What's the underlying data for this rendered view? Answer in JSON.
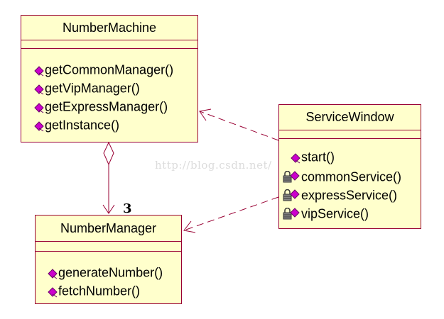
{
  "diagram": {
    "classes": {
      "number_machine": {
        "name": "NumberMachine",
        "operations": [
          {
            "label": "getCommonManager()",
            "visibility": "public"
          },
          {
            "label": "getVipManager()",
            "visibility": "public"
          },
          {
            "label": "getExpressManager()",
            "visibility": "public"
          },
          {
            "label": "getInstance()",
            "visibility": "public"
          }
        ]
      },
      "number_manager": {
        "name": "NumberManager",
        "operations": [
          {
            "label": "generateNumber()",
            "visibility": "public"
          },
          {
            "label": "fetchNumber()",
            "visibility": "public"
          }
        ]
      },
      "service_window": {
        "name": "ServiceWindow",
        "operations": [
          {
            "label": "start()",
            "visibility": "public"
          },
          {
            "label": "commonService()",
            "visibility": "private"
          },
          {
            "label": "expressService()",
            "visibility": "private"
          },
          {
            "label": "vipService()",
            "visibility": "private"
          }
        ]
      }
    },
    "relations": [
      {
        "type": "aggregation",
        "from": "NumberMachine",
        "to": "NumberManager",
        "multiplicity": "3"
      },
      {
        "type": "dependency",
        "from": "ServiceWindow",
        "to": "NumberMachine"
      },
      {
        "type": "dependency",
        "from": "ServiceWindow",
        "to": "NumberManager"
      }
    ],
    "colors": {
      "class_fill": "#ffffcc",
      "class_border": "#990033",
      "connector": "#990033",
      "method_icon": "#cc00cc"
    },
    "watermark": "http://blog.csdn.net/"
  }
}
